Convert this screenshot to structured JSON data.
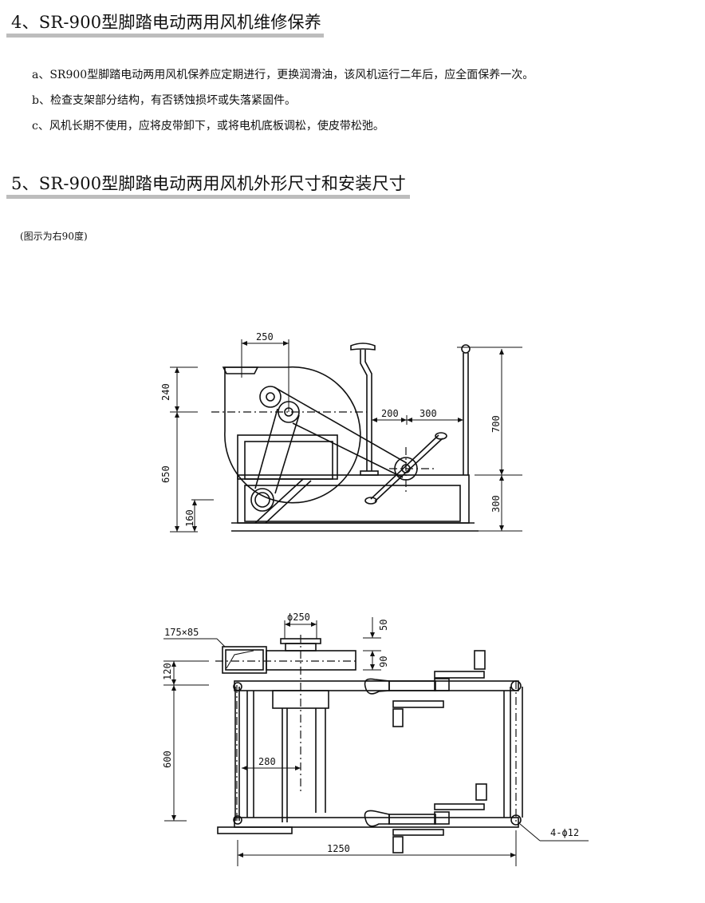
{
  "section4": {
    "title": "4、SR-900型脚踏电动两用风机维修保养",
    "items": [
      "a、SR900型脚踏电动两用风机保养应定期进行，更换润滑油，该风机运行二年后，应全面保养一次。",
      "b、检查支架部分结构，有否锈蚀损坏或失落紧固件。",
      "c、风机长期不使用，应将皮带卸下，或将电机底板调松，使皮带松弛。"
    ]
  },
  "section5": {
    "title": "5、SR-900型脚踏电动两用风机外形尺寸和安装尺寸",
    "note": "(图示为右90度)"
  },
  "side_view": {
    "dims": {
      "outlet_width": "250",
      "top_to_axis": "240",
      "axis_height": "650",
      "base_height": "160",
      "seat_offset": "200",
      "pedal_offset": "300",
      "upper_height": "700",
      "lower_height": "300"
    }
  },
  "top_view": {
    "dims": {
      "outlet_size": "175×85",
      "inlet_diameter": "ϕ250",
      "flange_height": "50",
      "duct_height": "90",
      "duct_offset": "120",
      "frame_depth": "600",
      "axis_offset": "280",
      "frame_length": "1250",
      "mount_holes": "4-ϕ12"
    }
  }
}
